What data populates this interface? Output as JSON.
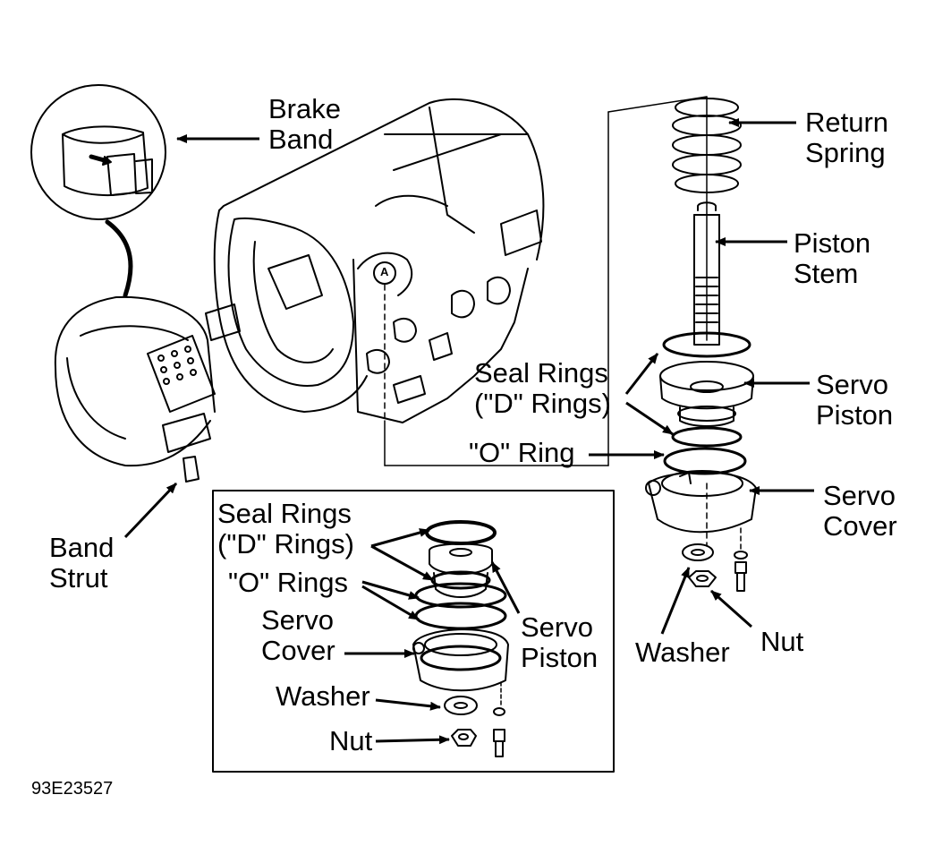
{
  "labels": {
    "brake_band": [
      "Brake",
      "Band"
    ],
    "return_spring": [
      "Return",
      "Spring"
    ],
    "piston_stem": [
      "Piston",
      "Stem"
    ],
    "seal_rings_main": [
      "Seal Rings",
      "(\"D\" Rings)"
    ],
    "servo_piston_main": [
      "Servo",
      "Piston"
    ],
    "o_ring_main": "\"O\" Ring",
    "servo_cover_main": [
      "Servo",
      "Cover"
    ],
    "band_strut": [
      "Band",
      "Strut"
    ],
    "washer_main": "Washer",
    "nut_main": "Nut",
    "seal_rings_inset": [
      "Seal Rings",
      "(\"D\" Rings)"
    ],
    "o_rings_inset": "\"O\" Rings",
    "servo_cover_inset": [
      "Servo",
      "Cover"
    ],
    "servo_piston_inset": [
      "Servo",
      "Piston"
    ],
    "washer_inset": "Washer",
    "nut_inset": "Nut"
  },
  "reference_marker": "A",
  "figure_code": "93E23527",
  "colors": {
    "ink": "#000000",
    "paper": "#ffffff"
  }
}
